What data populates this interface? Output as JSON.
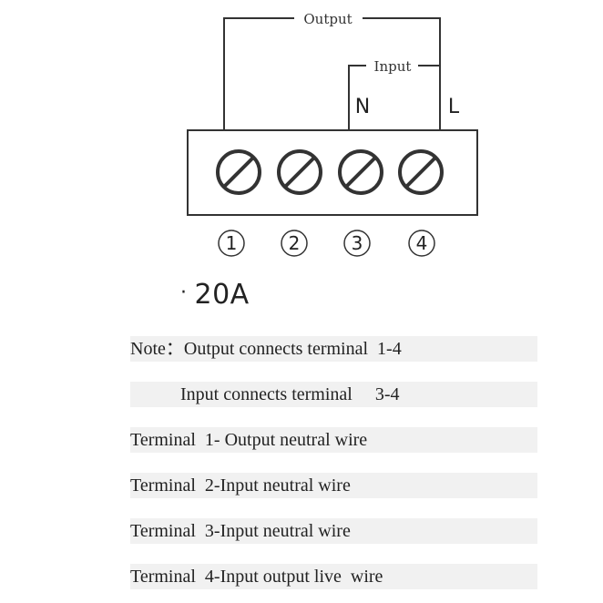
{
  "diagram": {
    "output_label": "Output",
    "input_label": "Input",
    "neutral_label": "N",
    "live_label": "L",
    "terminal_numbers": [
      "①",
      "②",
      "③",
      "④"
    ]
  },
  "rating": {
    "bullet": "·",
    "value": "20A"
  },
  "notes": [
    "Note：Output connects terminal  1-4",
    "           Input connects terminal     3-4",
    "Terminal  1- Output neutral wire",
    "Terminal  2-Input neutral wire",
    "Terminal  3-Input neutral wire",
    "Terminal  4-Input output live  wire"
  ]
}
